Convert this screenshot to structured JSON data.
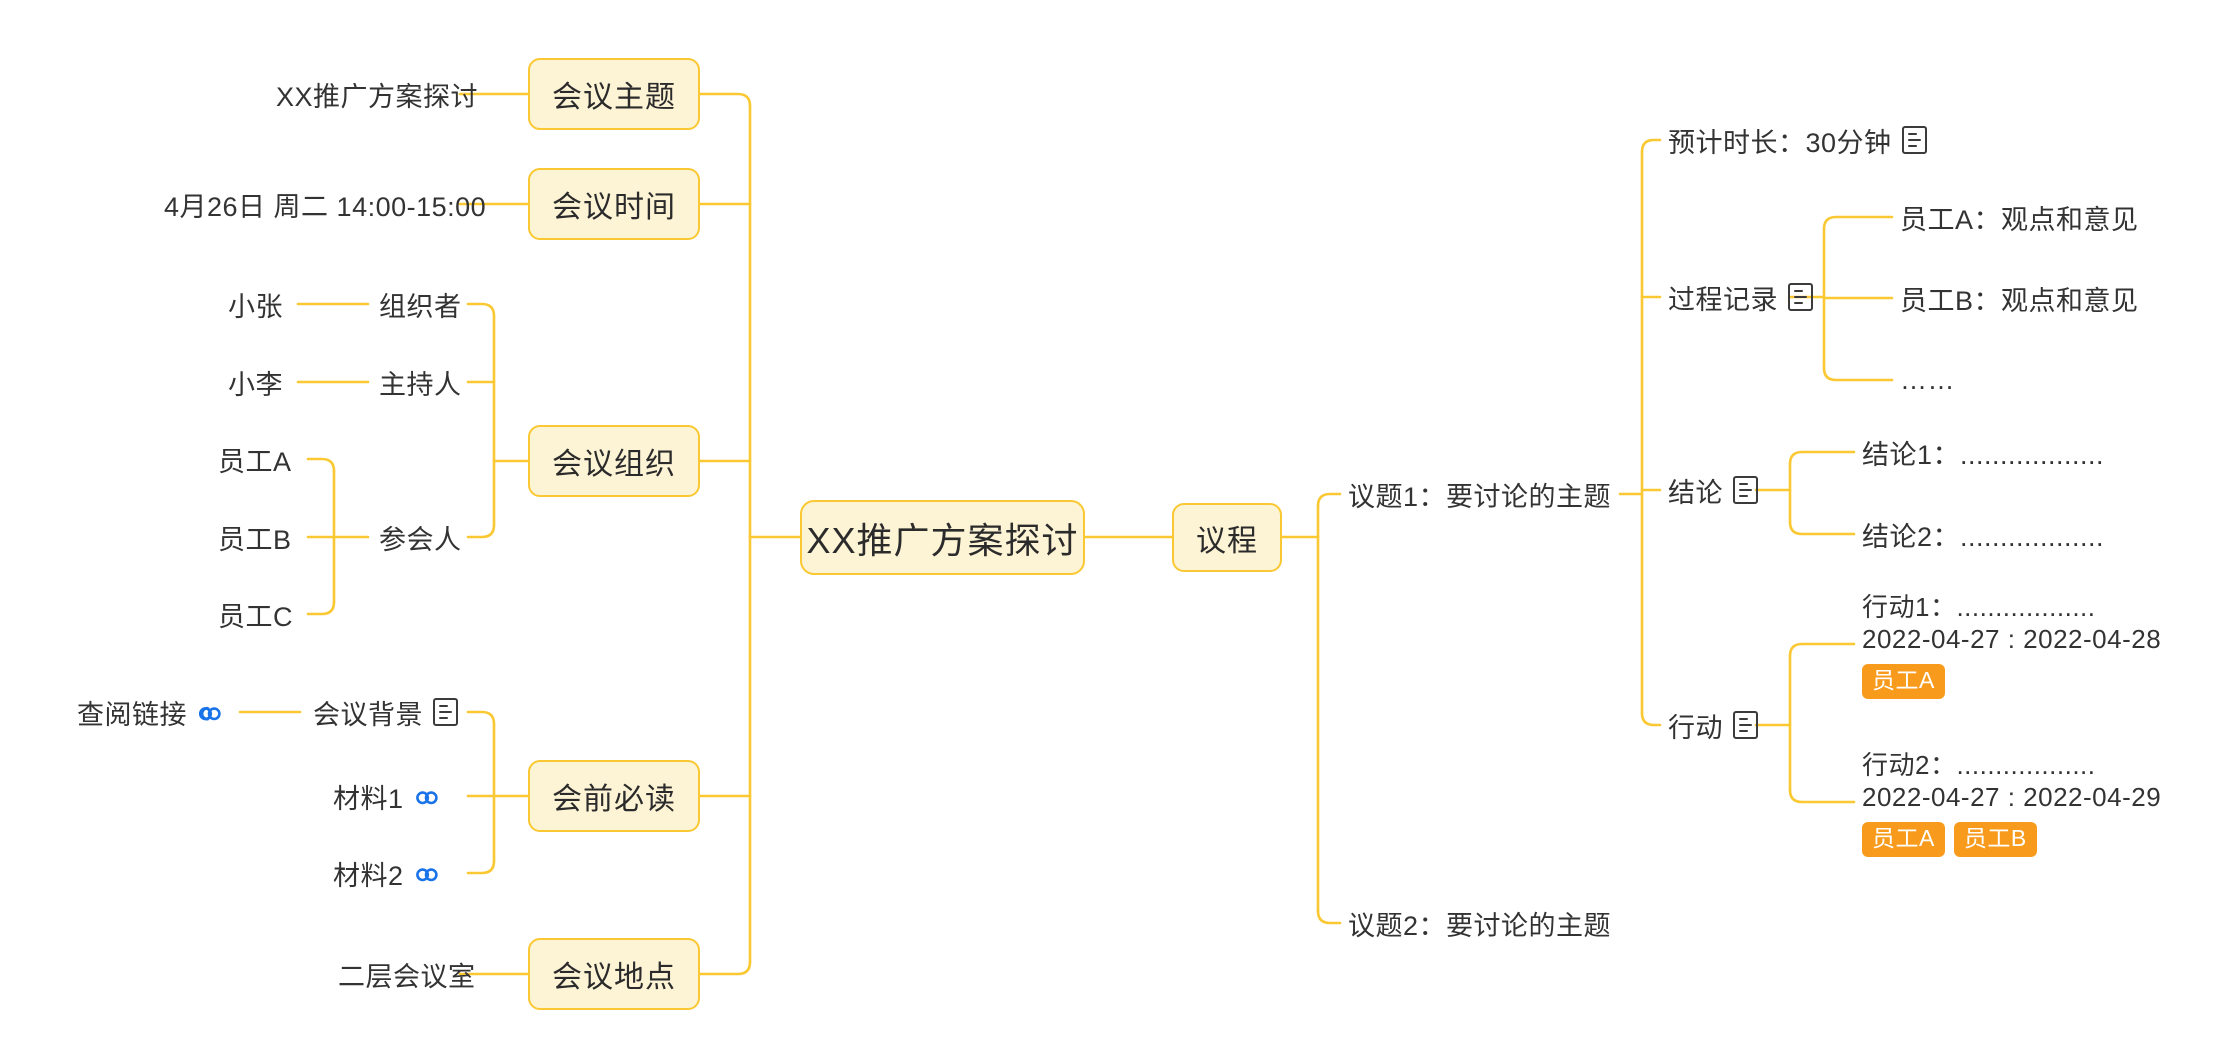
{
  "theme": {
    "branch_color": "#FAC832",
    "node_fill": "#FDF3D5",
    "node_border": "#FAC832",
    "text_color": "#333333",
    "tag_bg": "#F89B1C",
    "tag_text": "#FFFFFF",
    "link_icon_color": "#1A73E8",
    "note_icon_color": "#3B3B3B",
    "background": "#FFFFFF"
  },
  "root": {
    "label": "XX推广方案探讨"
  },
  "left_branches": [
    {
      "label": "会议主题",
      "children": [
        {
          "label": "XX推广方案探讨"
        }
      ]
    },
    {
      "label": "会议时间",
      "children": [
        {
          "label": "4月26日 周二 14:00-15:00"
        }
      ]
    },
    {
      "label": "会议组织",
      "children": [
        {
          "label": "组织者",
          "children": [
            {
              "label": "小张"
            }
          ]
        },
        {
          "label": "主持人",
          "children": [
            {
              "label": "小李"
            }
          ]
        },
        {
          "label": "参会人",
          "children": [
            {
              "label": "员工A"
            },
            {
              "label": "员工B"
            },
            {
              "label": "员工C"
            }
          ]
        }
      ]
    },
    {
      "label": "会前必读",
      "children": [
        {
          "label": "会议背景",
          "icon": "note-icon",
          "children": [
            {
              "label": "查阅链接",
              "icon": "link-icon"
            }
          ]
        },
        {
          "label": "材料1",
          "icon": "link-icon"
        },
        {
          "label": "材料2",
          "icon": "link-icon"
        }
      ]
    },
    {
      "label": "会议地点",
      "children": [
        {
          "label": "二层会议室"
        }
      ]
    }
  ],
  "right_branch": {
    "label": "议程",
    "topics": [
      {
        "label": "议题1：要讨论的主题",
        "children": [
          {
            "label": "预计时长：30分钟",
            "icon": "note-icon"
          },
          {
            "label": "过程记录",
            "icon": "note-icon",
            "children": [
              {
                "label": "员工A：观点和意见"
              },
              {
                "label": "员工B：观点和意见"
              },
              {
                "label": "……"
              }
            ]
          },
          {
            "label": "结论",
            "icon": "note-icon",
            "children": [
              {
                "label": "结论1：.................."
              },
              {
                "label": "结论2：.................."
              }
            ]
          },
          {
            "label": "行动",
            "icon": "note-icon",
            "children": [
              {
                "line1": "行动1：..................",
                "line2": "2022-04-27 : 2022-04-28",
                "tags": [
                  "员工A"
                ]
              },
              {
                "line1": "行动2：..................",
                "line2": "2022-04-27 : 2022-04-29",
                "tags": [
                  "员工A",
                  "员工B"
                ]
              }
            ]
          }
        ]
      },
      {
        "label": "议题2：要讨论的主题"
      }
    ]
  }
}
